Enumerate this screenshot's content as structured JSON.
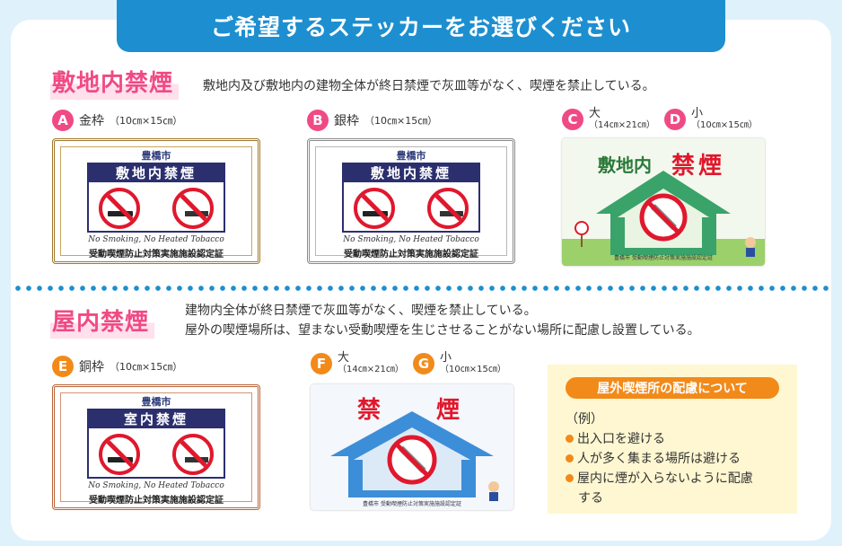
{
  "header": {
    "title": "ご希望するステッカーをお選びください"
  },
  "premises": {
    "title": "敷地内禁煙",
    "description": "敷地内及び敷地内の建物全体が終日禁煙で灰皿等がなく、喫煙を禁止している。",
    "options": [
      {
        "letter": "A",
        "label": "金枠",
        "size": "（10㎝×15㎝）"
      },
      {
        "letter": "B",
        "label": "銀枠",
        "size": "（10㎝×15㎝）"
      },
      {
        "letter": "C",
        "label": "大",
        "size": "（14㎝×21㎝）"
      },
      {
        "letter": "D",
        "label": "小",
        "size": "（10㎝×15㎝）"
      }
    ]
  },
  "indoor": {
    "title": "屋内禁煙",
    "description_line1": "建物内全体が終日禁煙で灰皿等がなく、喫煙を禁止している。",
    "description_line2": "屋外の喫煙場所は、望まない受動喫煙を生じさせることがない場所に配慮し設置している。",
    "options": [
      {
        "letter": "E",
        "label": "銅枠",
        "size": "（10㎝×15㎝）"
      },
      {
        "letter": "F",
        "label": "大",
        "size": "（14㎝×21㎝）"
      },
      {
        "letter": "G",
        "label": "小",
        "size": "（10㎝×15㎝）"
      }
    ]
  },
  "sticker": {
    "city": "豊橋市",
    "premises_sign": "敷地内禁煙",
    "indoor_sign": "室内禁煙",
    "english": "No Smoking, No Heated Tobacco",
    "certification": "受動喫煙防止対策実施施設認定証",
    "house_premises_left": "敷地内",
    "house_premises_right": "禁煙",
    "house_indoor_left": "禁",
    "house_indoor_right": "煙",
    "house_footer": "豊橋市 受動喫煙防止対策実施施設認定証"
  },
  "consideration": {
    "title": "屋外喫煙所の配慮について",
    "example": "（例）",
    "items": [
      "出入口を避ける",
      "人が多く集まる場所は避ける",
      "屋内に煙が入らないように配慮",
      "する"
    ]
  },
  "colors": {
    "accent_blue": "#1d8fd0",
    "pink": "#f04a84",
    "orange": "#f28a1a",
    "navy": "#2b2f6e",
    "red": "#e0182d"
  }
}
